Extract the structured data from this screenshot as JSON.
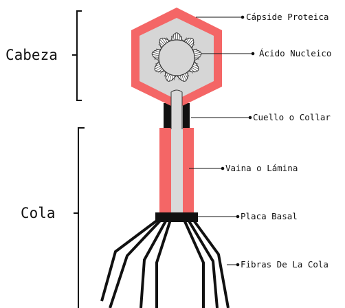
{
  "diagram": {
    "sections": {
      "head": "Cabeza",
      "tail": "Cola"
    },
    "labels": {
      "capsid": "Cápside Proteica",
      "nucleic_acid": "Ácido Nucleico",
      "collar": "Cuello o Collar",
      "sheath": "Vaina o Lámina",
      "base_plate": "Placa Basal",
      "fibers": "Fibras De La Cola"
    },
    "colors": {
      "capsid_outline": "#f46666",
      "capsid_fill": "#d6d6d6",
      "sheath": "#f46666",
      "core": "#d9d9d9",
      "collar": "#111111",
      "base_plate": "#111111",
      "fibers": "#111111",
      "lines": "#111111"
    }
  }
}
